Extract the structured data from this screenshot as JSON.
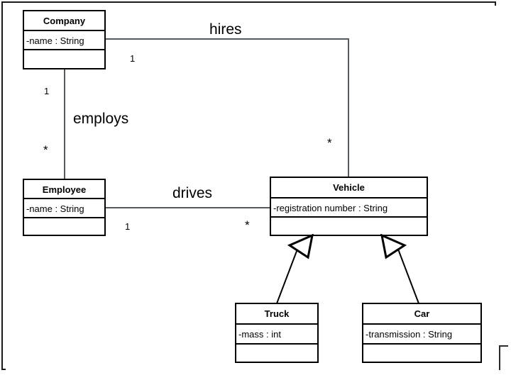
{
  "diagram": {
    "type": "uml-class-diagram",
    "title": "",
    "classes": [
      {
        "id": "company",
        "name": "Company",
        "attributes": [
          "-name : String"
        ],
        "operations": []
      },
      {
        "id": "employee",
        "name": "Employee",
        "attributes": [
          "-name : String"
        ],
        "operations": []
      },
      {
        "id": "vehicle",
        "name": "Vehicle",
        "attributes": [
          "-registration number : String"
        ],
        "operations": []
      },
      {
        "id": "truck",
        "name": "Truck",
        "attributes": [
          "-mass : int"
        ],
        "operations": []
      },
      {
        "id": "car",
        "name": "Car",
        "attributes": [
          "-transmission : String"
        ],
        "operations": []
      }
    ],
    "associations": [
      {
        "id": "hires",
        "label": "hires",
        "from": "company",
        "to": "vehicle",
        "from_multiplicity": "1",
        "to_multiplicity": "*"
      },
      {
        "id": "employs",
        "label": "employs",
        "from": "company",
        "to": "employee",
        "from_multiplicity": "1",
        "to_multiplicity": "*"
      },
      {
        "id": "drives",
        "label": "drives",
        "from": "employee",
        "to": "vehicle",
        "from_multiplicity": "1",
        "to_multiplicity": "*"
      }
    ],
    "generalizations": [
      {
        "id": "truck-vehicle",
        "child": "truck",
        "parent": "vehicle"
      },
      {
        "id": "car-vehicle",
        "child": "car",
        "parent": "vehicle"
      }
    ],
    "colors": {
      "background": "#ffffff",
      "class_border": "#000000",
      "text": "#000000",
      "association_line": "#555a5e",
      "generalization_line": "#000000",
      "frame_border": "#1a1a1a"
    }
  }
}
